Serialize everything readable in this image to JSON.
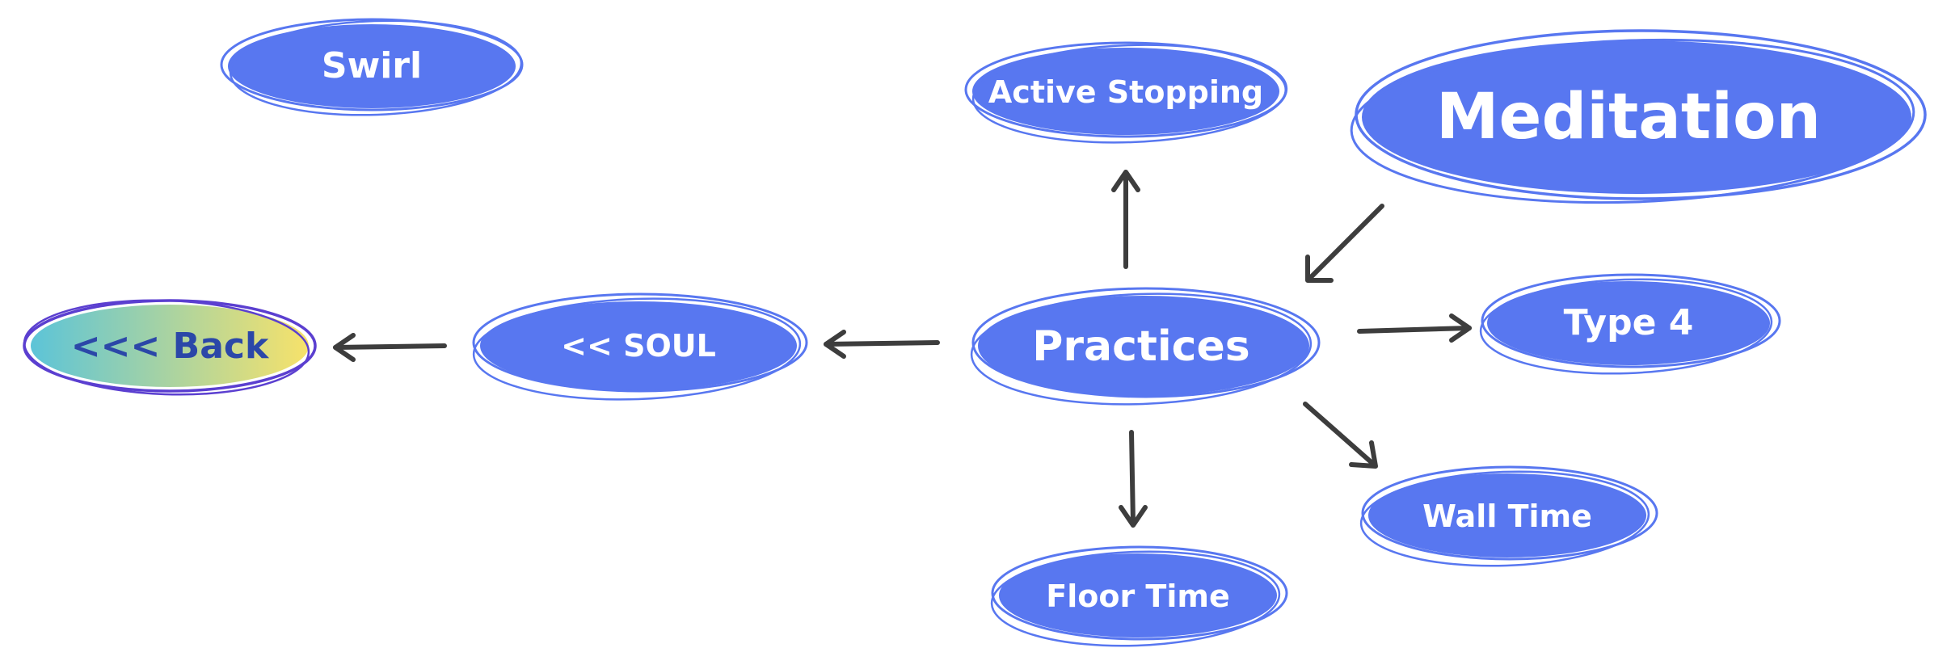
{
  "nodes": {
    "swirl": {
      "label": "Swirl"
    },
    "active_stopping": {
      "label": "Active Stopping"
    },
    "meditation": {
      "label": "Meditation"
    },
    "back": {
      "label": "<<< Back"
    },
    "soul": {
      "label": "<< SOUL"
    },
    "practices": {
      "label": "Practices"
    },
    "type4": {
      "label": "Type 4"
    },
    "wall_time": {
      "label": "Wall Time"
    },
    "floor_time": {
      "label": "Floor Time"
    }
  },
  "colors": {
    "node_fill": "#5877f0",
    "node_stroke": "#5877f0",
    "back_gradient_start": "#5cc4d8",
    "back_gradient_end": "#f7e26a",
    "back_stroke": "#5b3fd0",
    "back_text": "#2b47a8",
    "arrow": "#3d3d3d"
  }
}
